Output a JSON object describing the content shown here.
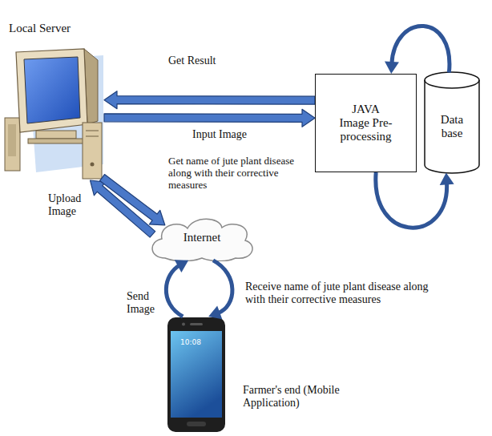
{
  "diagram": {
    "nodes": [
      {
        "text": [
          "Local Server"
        ]
      },
      {
        "text": [
          "JAVA Image Pre-processing"
        ]
      },
      {
        "text": [
          "Data base"
        ]
      },
      {
        "text": [
          "Internet"
        ]
      },
      {
        "text": [
          "Farmer's end (Mobile Application)"
        ]
      }
    ],
    "edges": [
      {
        "from": 1,
        "to": 0,
        "arrow": "to",
        "label": "Get Result"
      },
      {
        "from": 0,
        "to": 1,
        "arrow": "to",
        "label": "Input Image"
      },
      {
        "from": 2,
        "to": 1,
        "arrow": "to"
      },
      {
        "from": 1,
        "to": 2,
        "arrow": "to"
      },
      {
        "from": 3,
        "to": 0,
        "arrow": "to",
        "label": "Upload Image"
      },
      {
        "from": 0,
        "to": 3,
        "arrow": "to",
        "label": "Get name of jute plant disease along with their corrective measures"
      },
      {
        "from": 4,
        "to": 3,
        "arrow": "to",
        "label": "Send Image"
      },
      {
        "from": 3,
        "to": 4,
        "arrow": "to",
        "label": "Receive name of jute plant disease along with their corrective measures"
      }
    ],
    "labels": [
      "10:08"
    ]
  }
}
